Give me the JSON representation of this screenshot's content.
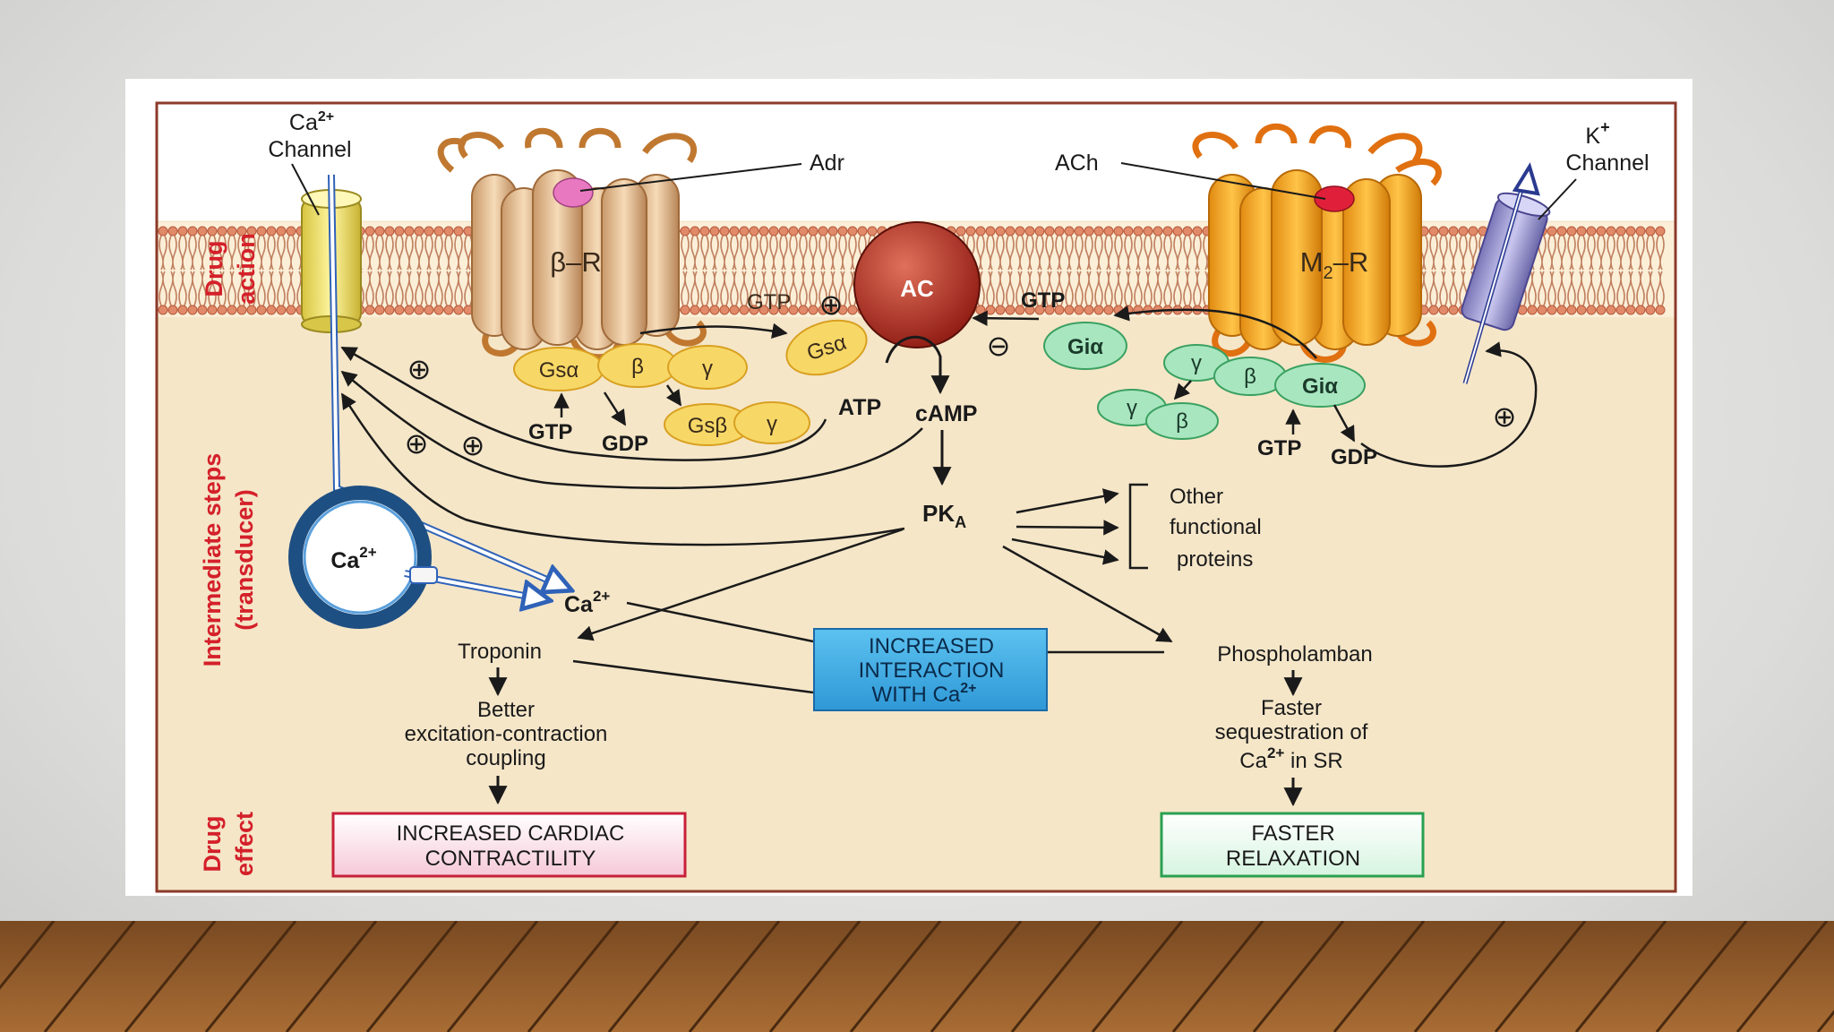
{
  "colors": {
    "cytoplasm": "#f5e6c8",
    "border": "#8c3a2a",
    "side_label": "#d4202a",
    "gs_protein": "#f7d867",
    "gi_protein": "#a8e6c0",
    "ac": "#a8261e",
    "receptor_beta": "#e8c39a",
    "receptor_m2": "#f0a020",
    "increased_interaction_box": "#49b2e6",
    "contractility_box_border": "#c8203a",
    "relaxation_box_border": "#2aa050"
  },
  "side_labels": {
    "drug_action": [
      "Drug",
      "action"
    ],
    "intermediate": [
      "Intermediate steps",
      "(transducer)"
    ],
    "drug_effect": [
      "Drug",
      "effect"
    ]
  },
  "membrane": {
    "ca_channel": {
      "ion": "Ca",
      "charge": "2+",
      "label": "Channel"
    },
    "k_channel": {
      "ion": "K",
      "charge": "+",
      "label": "Channel"
    },
    "beta_receptor": "β–R",
    "m2_receptor": {
      "main": "M",
      "sub": "2",
      "tail": "–R"
    },
    "adr": "Adr",
    "ach": "ACh",
    "ac": "AC"
  },
  "gs_proteins": {
    "alpha": "Gsα",
    "beta": "β",
    "gamma": "γ",
    "active_alpha": "Gsα",
    "beta_dimer": "Gsβ",
    "gamma_dimer": "γ",
    "gtp_in": "GTP",
    "gdp_out": "GDP",
    "gtp_active": "GTP"
  },
  "gi_proteins": {
    "active_alpha": "Giα",
    "alpha": "Giα",
    "gamma": "γ",
    "beta": "β",
    "gamma2": "γ",
    "beta2": "β",
    "gtp_active": "GTP",
    "gtp_in": "GTP",
    "gdp_out": "GDP"
  },
  "signals": {
    "plus": "⊕",
    "minus": "⊖"
  },
  "pathway": {
    "atp": "ATP",
    "camp": "cAMP",
    "pka": {
      "main": "PK",
      "sub": "A"
    },
    "other_proteins": [
      "Other",
      "functional",
      "proteins"
    ],
    "sr_ca": {
      "ion": "Ca",
      "charge": "2+"
    },
    "free_ca": {
      "ion": "Ca",
      "charge": "2+"
    },
    "troponin": "Troponin",
    "troponin_effect": [
      "Better",
      "excitation-contraction",
      "coupling"
    ],
    "phospholamban": "Phospholamban",
    "phospholamban_effect": [
      "Faster",
      "sequestration of"
    ],
    "phospholamban_effect_last": {
      "ion": "Ca",
      "charge": "2+",
      "tail": " in SR"
    }
  },
  "boxes": {
    "increased_interaction": [
      "INCREASED",
      "INTERACTION"
    ],
    "increased_interaction_last": {
      "text": "WITH Ca",
      "charge": "2+"
    },
    "increased_contractility": [
      "INCREASED CARDIAC",
      "CONTRACTILITY"
    ],
    "faster_relaxation": [
      "FASTER",
      "RELAXATION"
    ]
  }
}
